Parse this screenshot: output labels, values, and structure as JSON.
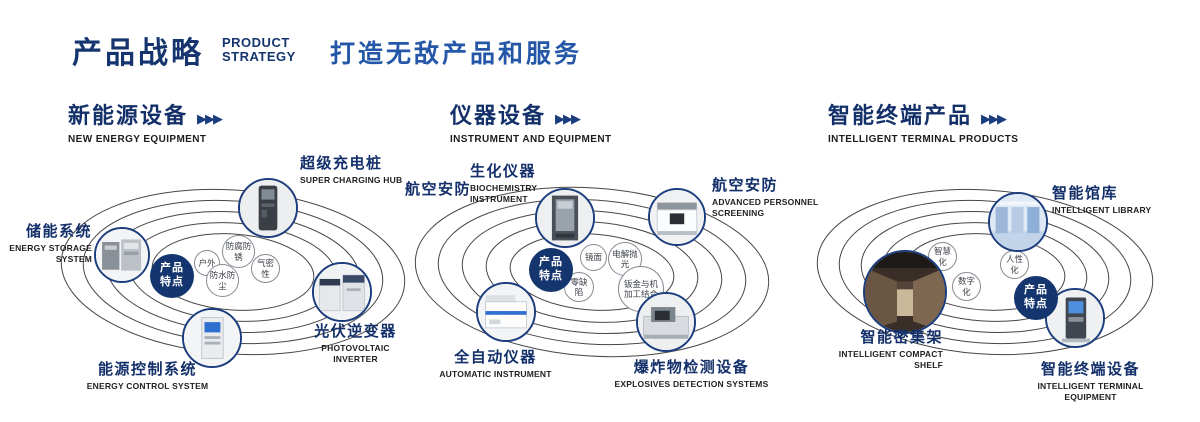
{
  "header": {
    "title": "产品战略",
    "subtitle_line1": "PRODUCT",
    "subtitle_line2": "STRATEGY",
    "slogan": "打造无敌产品和服务",
    "arrow_glyphs": "▶▶▶"
  },
  "colors": {
    "navy": "#16356e",
    "accent_blue": "#2457a8",
    "ring_gray": "#474747"
  },
  "sections": [
    {
      "title": "新能源设备",
      "subtitle": "NEW ENERGY EQUIPMENT",
      "badge_line1": "产品",
      "badge_line2": "特点",
      "features": [
        "户外",
        "防腐防锈",
        "气密性",
        "防水防尘"
      ],
      "products": [
        {
          "name": "储能系统",
          "en": "ENERGY STORAGE SYSTEM"
        },
        {
          "name": "超级充电桩",
          "en": "SUPER CHARGING HUB"
        },
        {
          "name": "光伏逆变器",
          "en": "PHOTOVOLTAIC INVERTER"
        },
        {
          "name": "能源控制系统",
          "en": "ENERGY CONTROL SYSTEM"
        }
      ]
    },
    {
      "title": "仪器设备",
      "subtitle": "INSTRUMENT AND EQUIPMENT",
      "badge_line1": "产品",
      "badge_line2": "特点",
      "side_label": "航空安防",
      "features": [
        "镜面",
        "电解抛光",
        "零缺陷",
        "钣金与机加工结合"
      ],
      "products": [
        {
          "name": "生化仪器",
          "en": "BIOCHEMISTRY INSTRUMENT"
        },
        {
          "name": "航空安防",
          "en": "ADVANCED PERSONNEL SCREENING"
        },
        {
          "name": "全自动仪器",
          "en": "AUTOMATIC INSTRUMENT"
        },
        {
          "name": "爆炸物检测设备",
          "en": "EXPLOSIVES DETECTION SYSTEMS"
        }
      ]
    },
    {
      "title": "智能终端产品",
      "subtitle": "INTELLIGENT TERMINAL PRODUCTS",
      "badge_line1": "产品",
      "badge_line2": "特点",
      "features": [
        "智慧化",
        "人性化",
        "数字化"
      ],
      "products": [
        {
          "name": "智能馆库",
          "en": "INTELLIGENT LIBRARY"
        },
        {
          "name": "智能密集架",
          "en": "INTELLIGENT COMPACT SHELF"
        },
        {
          "name": "智能终端设备",
          "en": "INTELLIGENT TERMINAL EQUIPMENT"
        }
      ]
    }
  ]
}
